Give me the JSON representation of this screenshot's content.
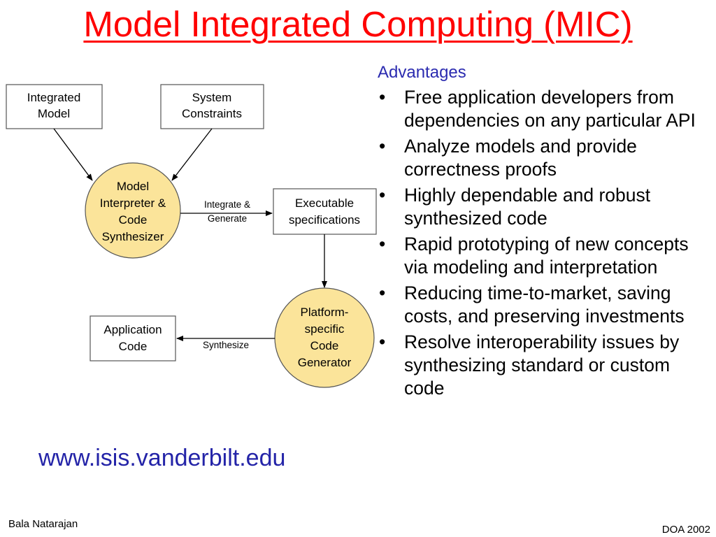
{
  "slide": {
    "title": "Model Integrated Computing (MIC)"
  },
  "diagram": {
    "integrated_model": [
      "Integrated",
      "Model"
    ],
    "system_constraints": [
      "System",
      "Constraints"
    ],
    "model_interpreter": [
      "Model",
      "Interpreter &",
      "Code",
      "Synthesizer"
    ],
    "integrate_generate": [
      "Integrate &",
      "Generate"
    ],
    "executable_specifications": [
      "Executable",
      "specifications"
    ],
    "platform_generator": [
      "Platform-",
      "specific",
      "Code",
      "Generator"
    ],
    "synthesize": "Synthesize",
    "application_code": [
      "Application",
      "Code"
    ]
  },
  "advantages": {
    "heading": "Advantages",
    "bullet_symbol": "•",
    "items": [
      "Free application developers from dependencies on any particular API",
      "Analyze models and provide correctness proofs",
      "Highly dependable and robust synthesized code",
      "Rapid prototyping of new concepts via modeling and interpretation",
      "Reducing time-to-market, saving costs, and preserving investments",
      "Resolve interoperability issues by synthesizing standard or custom code"
    ]
  },
  "url": "www.isis.vanderbilt.edu",
  "footer": {
    "author": "Bala Natarajan",
    "meeting": "DOA 2002"
  },
  "colors": {
    "title": "#ff0000",
    "heading": "#2b2bb0",
    "url": "#2424a8",
    "circle_fill": "#fbe49a"
  }
}
